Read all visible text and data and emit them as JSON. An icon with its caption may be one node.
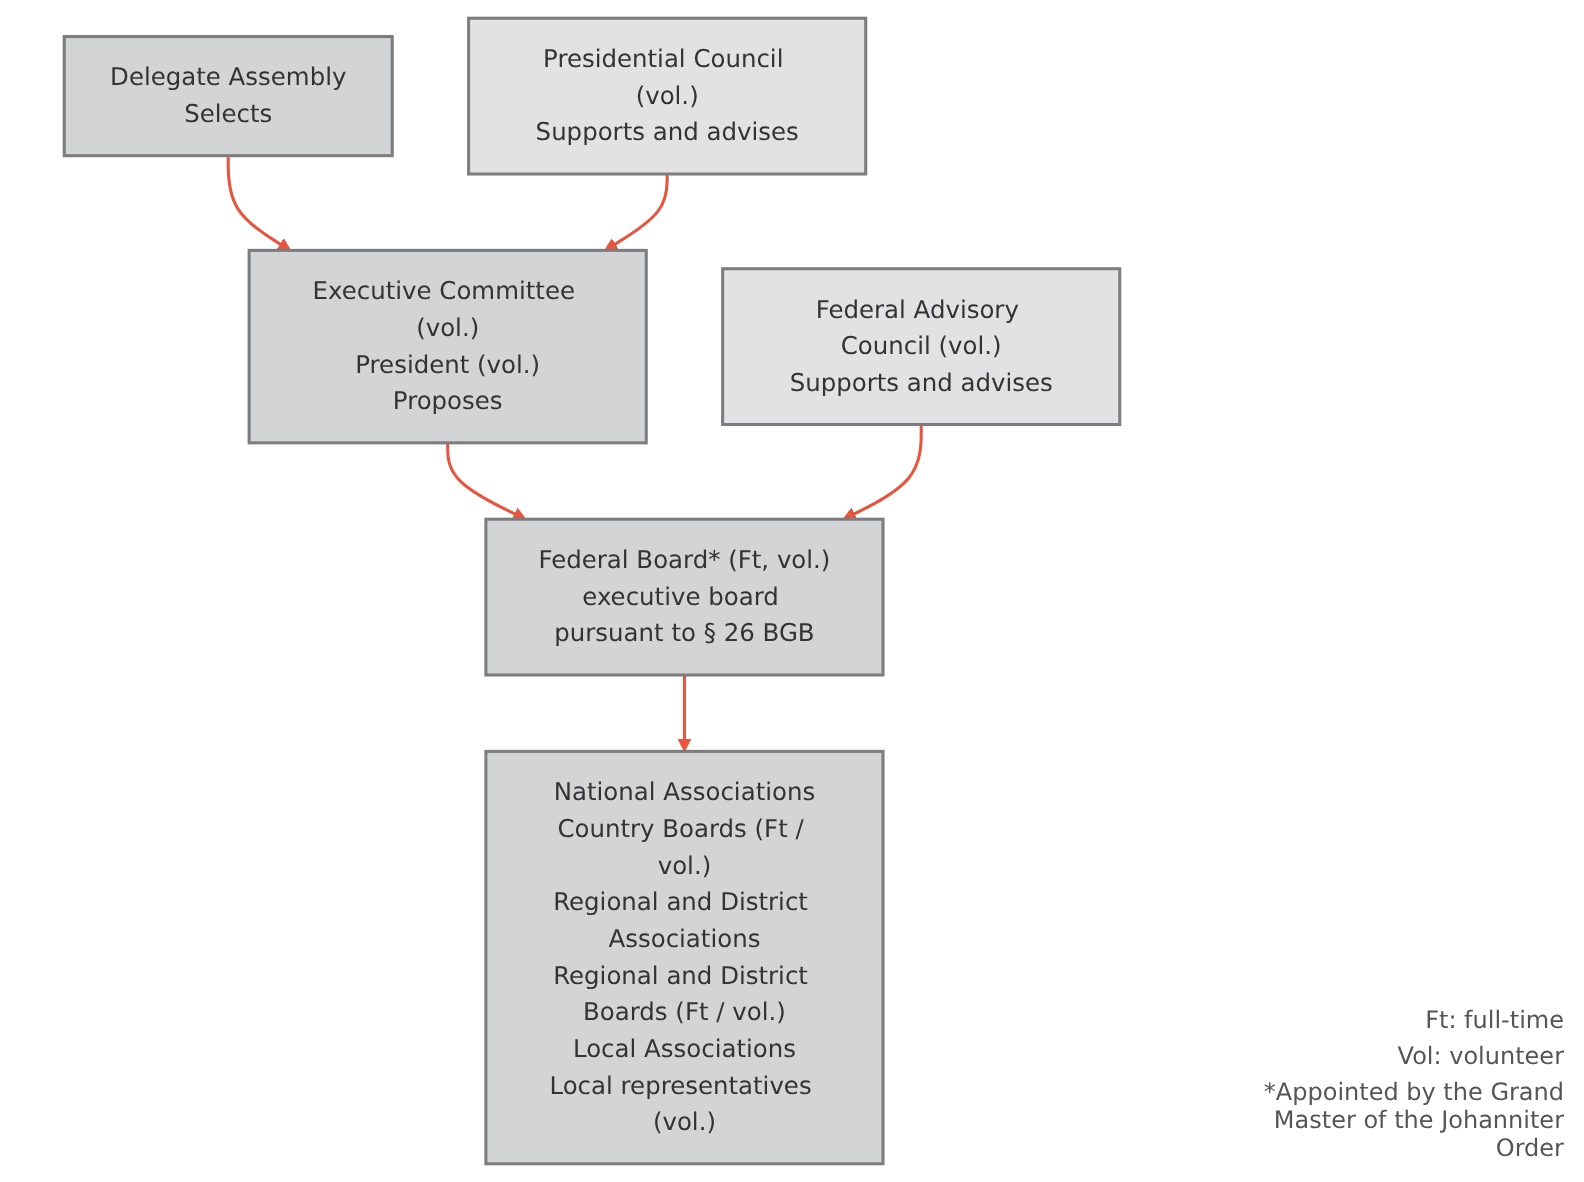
{
  "diagram": {
    "nodes": [
      {
        "text": [
          "Delegate Assembly",
          "Selects"
        ]
      },
      {
        "text": [
          "Executive Committee (vol.)",
          "President (vol.)",
          "Proposes"
        ]
      },
      {
        "text": [
          "Presidential Council (vol.)",
          "Supports and advises"
        ]
      },
      {
        "text": [
          "Federal Board* (Ft, vol.)",
          "executive board pursuant to § 26 BGB"
        ]
      },
      {
        "text": [
          "Federal Advisory Council (vol.)",
          "Supports and advises"
        ]
      },
      {
        "text": [
          "National Associations",
          "Country Boards (Ft / vol.)",
          "Regional and District Associations",
          "Regional and District Boards (Ft / vol.)",
          "Local Associations",
          "Local representatives (vol.)"
        ]
      }
    ],
    "edges": [
      {
        "from": 0,
        "to": 1,
        "arrow": "to"
      },
      {
        "from": 2,
        "to": 1,
        "arrow": "to"
      },
      {
        "from": 1,
        "to": 3,
        "arrow": "to"
      },
      {
        "from": 4,
        "to": 3,
        "arrow": "to"
      },
      {
        "from": 3,
        "to": 5,
        "arrow": "to"
      }
    ],
    "labels": [
      "Ft: full-time",
      "Vol: volunteer",
      "*Appointed by the Grand Master of the Johanniter Order"
    ]
  }
}
